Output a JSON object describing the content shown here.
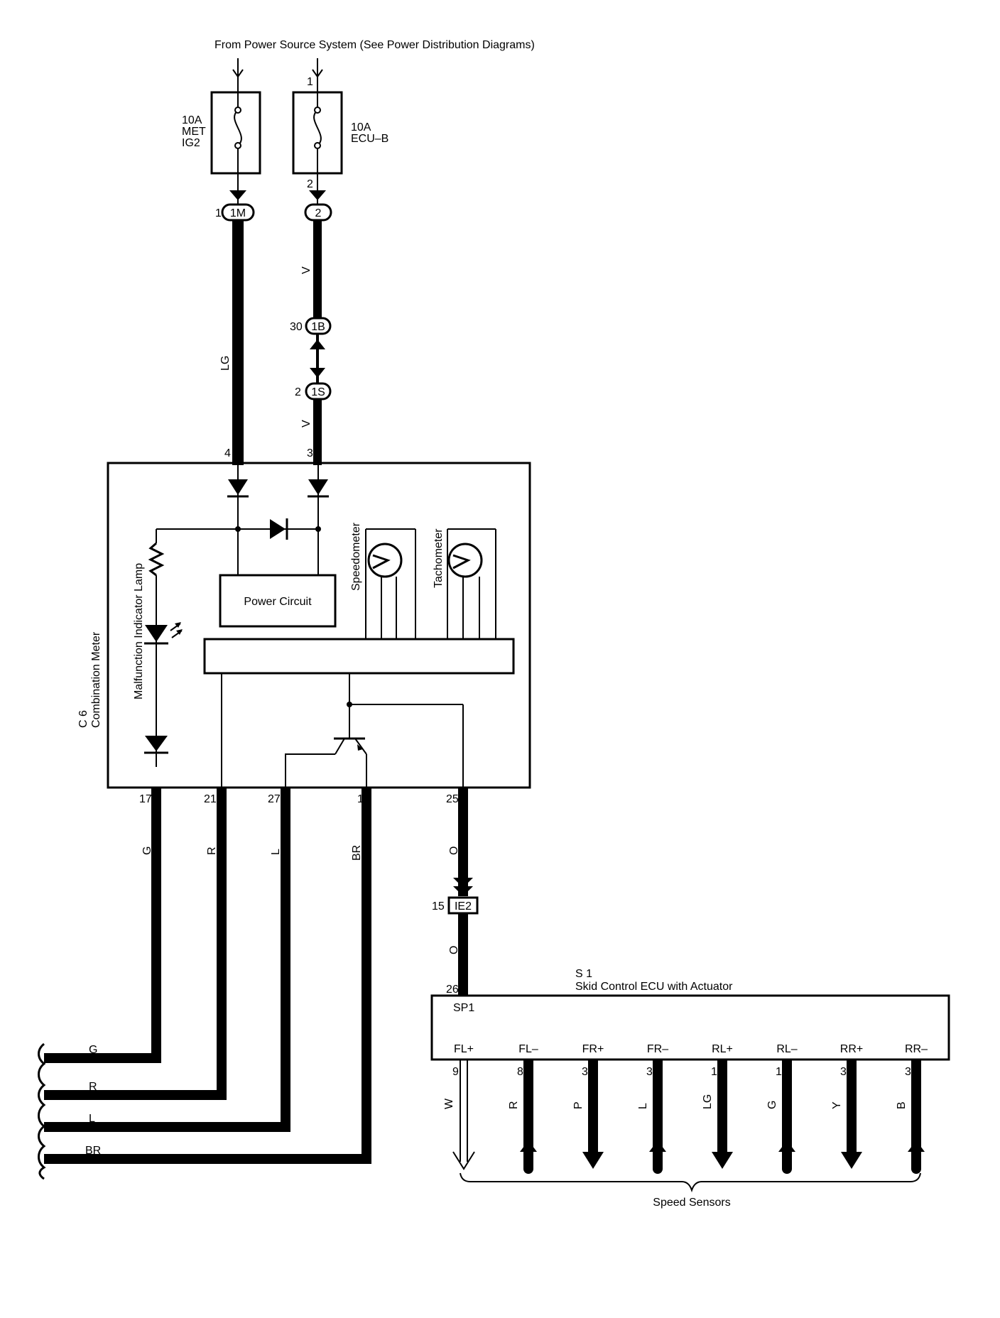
{
  "header": {
    "source_text": "From Power Source System (See Power Distribution Diagrams)"
  },
  "fuses": {
    "met": {
      "amp": "10A",
      "line1": "MET",
      "line2": "IG2"
    },
    "ecu": {
      "amp": "10A",
      "line1": "ECU–B",
      "pin_in": "1",
      "pin_out": "2"
    }
  },
  "connectors": {
    "c1m": {
      "id": "1M",
      "pin": "1"
    },
    "c2": {
      "id": "2"
    },
    "c1b": {
      "id": "1B",
      "pin": "30"
    },
    "c1s": {
      "id": "1S",
      "pin": "2"
    },
    "cie2": {
      "id": "IE2",
      "pin": "15"
    }
  },
  "wires": {
    "lg_upper": "LG",
    "v_upper": "V",
    "v_lower": "V",
    "g": "G",
    "r": "R",
    "l": "L",
    "br": "BR",
    "o_upper": "O",
    "o_lower": "O"
  },
  "meter": {
    "code": "C 6",
    "name": "Combination Meter",
    "pin_in_lg": "4",
    "pin_in_v": "3",
    "lamp_label": "Malfunction Indicator Lamp",
    "power_circuit": "Power Circuit",
    "speedometer": "Speedometer",
    "tachometer": "Tachometer",
    "pins_bottom": [
      "17",
      "21",
      "27",
      "1",
      "25"
    ]
  },
  "left_bus": [
    "G",
    "R",
    "L",
    "BR"
  ],
  "ecu_box": {
    "code": "S 1",
    "name": "Skid Control ECU with Actuator",
    "input_pin": "26",
    "input_label": "SP1",
    "terminals": [
      {
        "label": "FL+",
        "pin": "9",
        "wire": "W"
      },
      {
        "label": "FL–",
        "pin": "8",
        "wire": "R"
      },
      {
        "label": "FR+",
        "pin": "31",
        "wire": "P"
      },
      {
        "label": "FR–",
        "pin": "30",
        "wire": "L"
      },
      {
        "label": "RL+",
        "pin": "11",
        "wire": "LG"
      },
      {
        "label": "RL–",
        "pin": "12",
        "wire": "G"
      },
      {
        "label": "RR+",
        "pin": "33",
        "wire": "Y"
      },
      {
        "label": "RR–",
        "pin": "34",
        "wire": "B"
      }
    ],
    "sensors_label": "Speed Sensors"
  }
}
